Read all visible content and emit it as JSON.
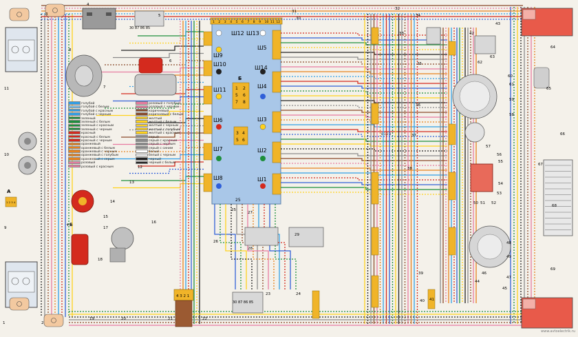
{
  "diagram": {
    "colors": {
      "bg": "#f4f1ea",
      "block": "#a9c7e8",
      "connector": "#f0b429",
      "red": "#d42a1e",
      "blue": "#2f5fd8",
      "green": "#1e8f3c",
      "yellow": "#ffd21c",
      "black": "#222222",
      "grey": "#8a8a8a",
      "brown": "#8b4a2a",
      "pink": "#e87aa0",
      "orange": "#e6821e"
    },
    "mount_block": {
      "label": "25",
      "sockets": [
        "Ш9",
        "Ш10",
        "Ш11",
        "Ш6",
        "Ш7",
        "Ш8",
        "Ш12",
        "Ш13",
        "Ш5",
        "Ш14",
        "Ш4",
        "Ш3",
        "Ш2",
        "Ш1"
      ],
      "inner_label": "Б",
      "relay_pins_top": [
        "1",
        "2",
        "5",
        "6",
        "7",
        "8"
      ],
      "relay_pins_mid": [
        "3",
        "4",
        "5",
        "6"
      ],
      "top_numbers": [
        "1",
        "2",
        "3",
        "4",
        "5",
        "6",
        "7",
        "8",
        "9",
        "10",
        "11",
        "12"
      ]
    },
    "relay_strip_top": "30 87 86 85",
    "relay_strip_bottom": "30 87 86 85",
    "plus_b": "+Б",
    "component_numbers": [
      "1",
      "2",
      "3",
      "4",
      "5",
      "6",
      "7",
      "8",
      "9",
      "10",
      "11",
      "12",
      "13",
      "14",
      "15",
      "16",
      "17",
      "18",
      "19",
      "20",
      "21",
      "22",
      "23",
      "24",
      "25",
      "26",
      "27",
      "28",
      "29",
      "30",
      "31",
      "32",
      "33",
      "34",
      "35",
      "36",
      "37",
      "38",
      "39",
      "40",
      "41",
      "42",
      "43",
      "44",
      "45",
      "46",
      "47",
      "48",
      "49",
      "50",
      "51",
      "52",
      "53",
      "54",
      "55",
      "56",
      "57",
      "58",
      "59",
      "60",
      "61",
      "62",
      "63",
      "64",
      "65",
      "66",
      "67",
      "68",
      "69"
    ],
    "label_a": "A",
    "pins_a": "1 2 3 4",
    "ignition_pins": "4 3 2 1",
    "switch_pins": "0 1 2 3",
    "watermark": "www.avtoelectrik.ru"
  },
  "legend": [
    {
      "text": "голубой",
      "color": "#2f9fe8"
    },
    {
      "text": "голубой с белым",
      "color": "#7cc4f0"
    },
    {
      "text": "голубой с красным",
      "color": "#2f9fe8"
    },
    {
      "text": "голубой с черным",
      "color": "#2f9fe8"
    },
    {
      "text": "зеленый",
      "color": "#1e8f3c"
    },
    {
      "text": "зеленый с белым",
      "color": "#1e8f3c"
    },
    {
      "text": "зеленый с красным",
      "color": "#1e8f3c"
    },
    {
      "text": "зеленый с черным",
      "color": "#1e8f3c"
    },
    {
      "text": "красный",
      "color": "#d42a1e"
    },
    {
      "text": "красный с белым",
      "color": "#d42a1e"
    },
    {
      "text": "красный с черным",
      "color": "#d42a1e"
    },
    {
      "text": "оранжевый",
      "color": "#e6821e"
    },
    {
      "text": "оранжевый с белым",
      "color": "#e6821e"
    },
    {
      "text": "оранжевый с черным",
      "color": "#e6821e"
    },
    {
      "text": "оранжевый с голубым",
      "color": "#e6821e"
    },
    {
      "text": "оранжевый с серым",
      "color": "#e6821e"
    },
    {
      "text": "розовый",
      "color": "#e87aa0"
    },
    {
      "text": "розовый с красным",
      "color": "#e87aa0"
    },
    {
      "text": "розовый с голубым",
      "color": "#e87aa0"
    },
    {
      "text": "розовый с черным",
      "color": "#e87aa0"
    },
    {
      "text": "коричневый",
      "color": "#8b4a2a"
    },
    {
      "text": "коричневый с белым",
      "color": "#8b4a2a"
    },
    {
      "text": "желтый",
      "color": "#ffd21c"
    },
    {
      "text": "желтый с белым",
      "color": "#ffd21c"
    },
    {
      "text": "желтый с черным",
      "color": "#ffd21c"
    },
    {
      "text": "желтый с голубым",
      "color": "#ffd21c"
    },
    {
      "text": "желтый с красным",
      "color": "#ffd21c"
    },
    {
      "text": "серый",
      "color": "#8a8a8a"
    },
    {
      "text": "серый с красным",
      "color": "#8a8a8a"
    },
    {
      "text": "серый с черным",
      "color": "#8a8a8a"
    },
    {
      "text": "серый с синим",
      "color": "#8a8a8a"
    },
    {
      "text": "белый",
      "color": "#ffffff"
    },
    {
      "text": "белый с черным",
      "color": "#ffffff"
    },
    {
      "text": "черный",
      "color": "#222222"
    },
    {
      "text": "черный с белым",
      "color": "#222222"
    }
  ]
}
